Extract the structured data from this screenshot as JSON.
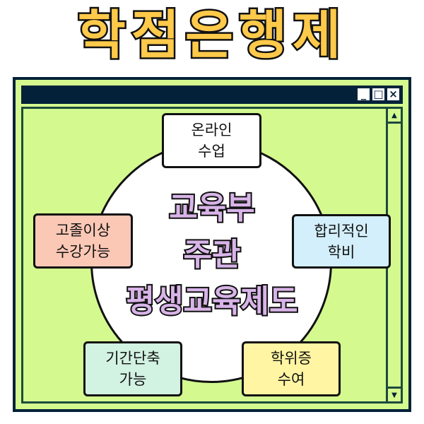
{
  "title": "학점은행제",
  "window": {
    "controls": {
      "minimize": "_",
      "maximize": "□",
      "close": "×"
    },
    "scrollbar": {
      "up": "▲",
      "down": "▼"
    }
  },
  "center": {
    "lines": [
      "교육부",
      "주관",
      "평생교육제도"
    ],
    "color": "#d8b4e8"
  },
  "features": [
    {
      "lines": [
        "온라인",
        "수업"
      ],
      "color": "#ffffff"
    },
    {
      "lines": [
        "합리적인",
        "학비"
      ],
      "color": "#d3effb"
    },
    {
      "lines": [
        "학위증",
        "수여"
      ],
      "color": "#fff5a3"
    },
    {
      "lines": [
        "기간단축",
        "가능"
      ],
      "color": "#d2f2e2"
    },
    {
      "lines": [
        "고졸이상",
        "수강가능"
      ],
      "color": "#fcc8b6"
    }
  ],
  "colors": {
    "window_bg": "#d4f98f",
    "frame": "#03223a",
    "title": "#ffc94a"
  }
}
